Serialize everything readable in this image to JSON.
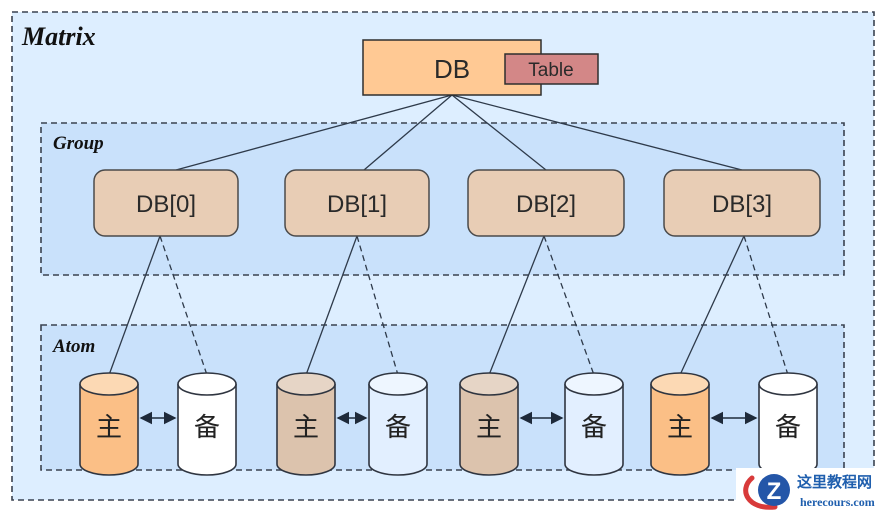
{
  "matrix": {
    "label": "Matrix",
    "fill": "#ddeeff"
  },
  "root": {
    "label": "DB",
    "fill": "#ffc994",
    "table": {
      "label": "Table",
      "fill": "#d38787"
    }
  },
  "group": {
    "label": "Group",
    "fill": "#c9e1fb",
    "nodes": [
      {
        "label": "DB[0]"
      },
      {
        "label": "DB[1]"
      },
      {
        "label": "DB[2]"
      },
      {
        "label": "DB[3]"
      }
    ],
    "node_fill": "#e8cdb5"
  },
  "atom": {
    "label": "Atom",
    "fill": "#c9e1fb",
    "pairs": [
      {
        "primary": {
          "label": "主",
          "fill": "#fbbf86",
          "top": "#fcd9b4"
        },
        "backup": {
          "label": "备",
          "fill": "#ffffff",
          "top": "#ffffff"
        }
      },
      {
        "primary": {
          "label": "主",
          "fill": "#dcc3ad",
          "top": "#e6d5c6"
        },
        "backup": {
          "label": "备",
          "fill": "#e2efff",
          "top": "#eef6ff"
        }
      },
      {
        "primary": {
          "label": "主",
          "fill": "#dcc3ad",
          "top": "#e6d5c6"
        },
        "backup": {
          "label": "备",
          "fill": "#e2efff",
          "top": "#eef6ff"
        }
      },
      {
        "primary": {
          "label": "主",
          "fill": "#fbbf86",
          "top": "#fcd9b4"
        },
        "backup": {
          "label": "备",
          "fill": "#ffffff",
          "top": "#ffffff"
        }
      }
    ]
  },
  "watermark": {
    "cn": "这里教程网",
    "en": "herecours.com",
    "logo_letter": "Z"
  }
}
